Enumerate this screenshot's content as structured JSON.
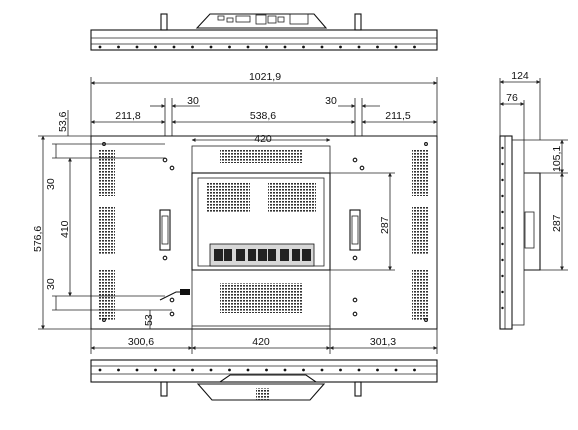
{
  "dimensions": {
    "overall_width": "1021,9",
    "left_margin": "211,8",
    "center_span": "538,6",
    "right_margin": "211,5",
    "top_offset": "53,6",
    "bracket_left_30": "30",
    "bracket_right_30": "30",
    "vesa_top_420": "420",
    "overall_height": "576,6",
    "vesa_410": "410",
    "left_30_upper": "30",
    "left_30_lower": "30",
    "bottom_53": "53",
    "box_287": "287",
    "bottom_left": "300,6",
    "bottom_center": "420",
    "bottom_right": "301,3",
    "side_depth": "124",
    "side_76": "76",
    "side_105": "105,1",
    "side_287": "287"
  },
  "colors": {
    "line": "#222222",
    "vent": "#333333",
    "shade": "#d8d8d8"
  }
}
